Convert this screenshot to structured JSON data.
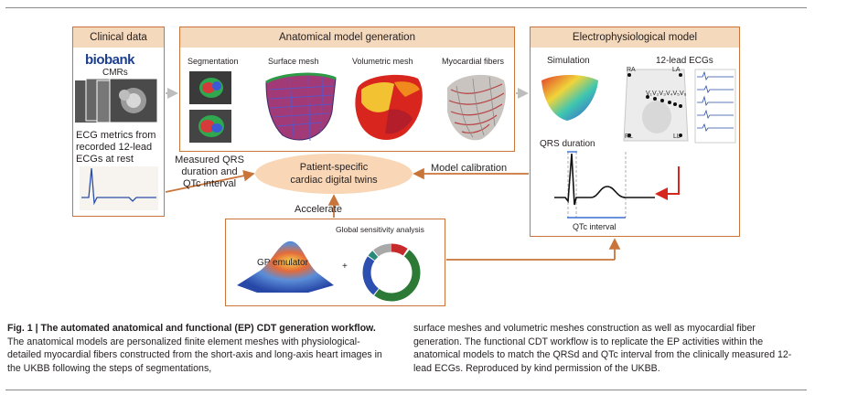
{
  "panels": {
    "clinical": {
      "title": "Clinical data",
      "logo": "biobank",
      "cmr_label": "CMRs",
      "ecg_text": [
        "ECG metrics from",
        "recorded 12-lead",
        "ECGs at rest"
      ]
    },
    "anatomical": {
      "title": "Anatomical model generation",
      "steps": [
        "Segmentation",
        "Surface mesh",
        "Volumetric mesh",
        "Myocardial fibers"
      ]
    },
    "ep": {
      "title": "Electrophysiological model",
      "simulation": "Simulation",
      "ecg12": "12-lead ECGs",
      "qrs": "QRS duration",
      "qtc": "QTc interval",
      "electrodes": [
        "RA",
        "LA",
        "RL",
        "LL"
      ],
      "leads": [
        "V₁",
        "V₂",
        "V₃",
        "V₄",
        "V₅",
        "V₆"
      ]
    },
    "gsa": {
      "emulator": "GP emulator",
      "plus": "+",
      "title": "Global sensitivity analysis"
    }
  },
  "center": {
    "line1": "Patient-specific",
    "line2": "cardiac digital twins"
  },
  "arrows": {
    "measured": [
      "Measured QRS",
      "duration and",
      "QTc interval"
    ],
    "calibration": "Model calibration",
    "accelerate": "Accelerate"
  },
  "caption": {
    "fig": "Fig. 1 |",
    "bold": "The automated anatomical and functional (EP) CDT generation workflow.",
    "left_rest": "The anatomical models are personalized finite element meshes with physiological-detailed myocardial fibers constructed from the short-axis and long-axis heart images in the UKBB following the steps of segmentations,",
    "right": "surface meshes and volumetric meshes construction as well as myocardial fiber generation. The functional CDT workflow is to replicate the EP activities within the anatomical models to match the QRSd and QTc interval from the clinically measured 12-lead ECGs. Reproduced by kind permission of the UKBB."
  },
  "colors": {
    "panel_border": "#c9753a",
    "panel_header": "#f5d9bd",
    "ellipse": "#f8d6b6",
    "arrow_red": "#d7261e",
    "ecg_blue": "#2a4fa8"
  }
}
